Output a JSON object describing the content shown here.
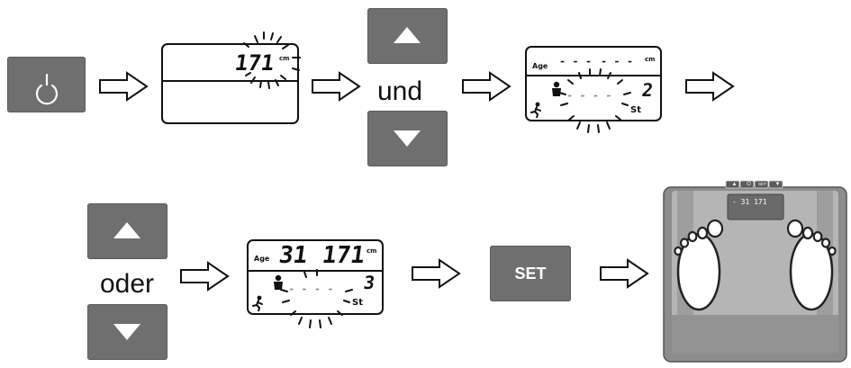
{
  "words": {
    "und": "und",
    "oder": "oder"
  },
  "buttons": {
    "power_icon": "power-icon",
    "set_label": "SET",
    "up_icon": "triangle-up-icon",
    "down_icon": "triangle-down-icon"
  },
  "lcd1": {
    "height_value": "171",
    "unit": "cm"
  },
  "lcd2": {
    "age_label": "Age",
    "unit": "cm",
    "top_dashes_left": "- - -",
    "top_dashes_right": "- - -",
    "mid_dashes": "- - - -",
    "user_number": "2",
    "st_label": "St"
  },
  "lcd3": {
    "age_label": "Age",
    "age_value": "31",
    "height_value": "171",
    "unit": "cm",
    "mid_dashes": "- - - -",
    "user_number": "3",
    "st_label": "St"
  },
  "scale": {
    "buttons": [
      "▲",
      "⏻",
      "SET",
      "▼"
    ],
    "display_text": "- 31 171"
  },
  "colors": {
    "key_gray": "#6f6f6f",
    "scale_body": "#8a8a8a"
  }
}
